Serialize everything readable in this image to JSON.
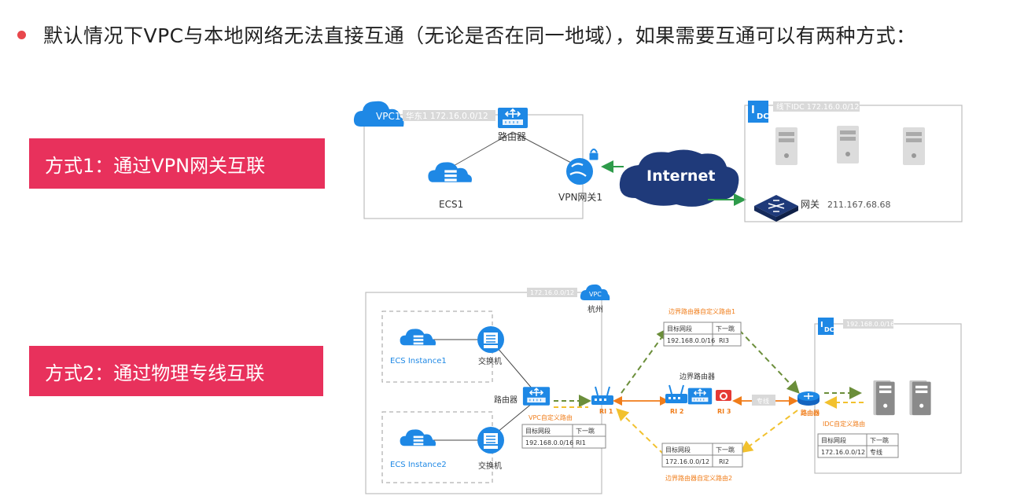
{
  "intro": {
    "text": "默认情况下VPC与本地网络无法直接互通（无论是否在同一地域），如果需要互通可以有两种方式："
  },
  "method1": {
    "label": "方式1：通过VPN网关互联",
    "vpc_tag": "VPC1",
    "vpc_cidr": "华东1 172.16.0.0/12",
    "router": "路由器",
    "ecs": "ECS1",
    "vpn_gateway": "VPN网关1",
    "internet": "Internet",
    "idc_title": "线下IDC 172.16.0.0/12",
    "gateway": "网关",
    "gateway_ip": "211.167.68.68"
  },
  "method2": {
    "label": "方式2：通过物理专线互联",
    "vpc_cidr": "172.16.0.0/12",
    "vpc_tag": "VPC",
    "region": "杭州",
    "ecs1": "ECS Instance1",
    "ecs2": "ECS Instance2",
    "switch": "交换机",
    "router": "路由器",
    "vpc_route_title": "VPC自定义路由",
    "vpc_route": {
      "headers": [
        "目标网段",
        "下一跳"
      ],
      "row": [
        "192.168.0.0/16",
        "RI1"
      ]
    },
    "ri1": "RI 1",
    "ri2": "RI 2",
    "ri3": "RI 3",
    "border_router": "边界路由器",
    "border_route1_title": "边界路由器自定义路由1",
    "border_route1": {
      "headers": [
        "目标网段",
        "下一跳"
      ],
      "row": [
        "192.168.0.0/16",
        "RI3"
      ]
    },
    "border_route2_title": "边界路由器自定义路由2",
    "border_route2": {
      "headers": [
        "目标网段",
        "下一跳"
      ],
      "row": [
        "172.16.0.0/12",
        "RI2"
      ]
    },
    "dedicated_line": "专线",
    "idc_router": "路由器",
    "idc_cidr": "192.168.0.0/16",
    "idc_route_title": "IDC自定义路由",
    "idc_route": {
      "headers": [
        "目标网段",
        "下一跳"
      ],
      "row": [
        "172.16.0.0/12",
        "专线"
      ]
    }
  },
  "colors": {
    "accent": "#e8315c",
    "blue": "#1e88e5",
    "orange": "#f07d1a",
    "green": "#2e9b4a",
    "yellow": "#f2c12e",
    "olive": "#6b8e3a"
  }
}
